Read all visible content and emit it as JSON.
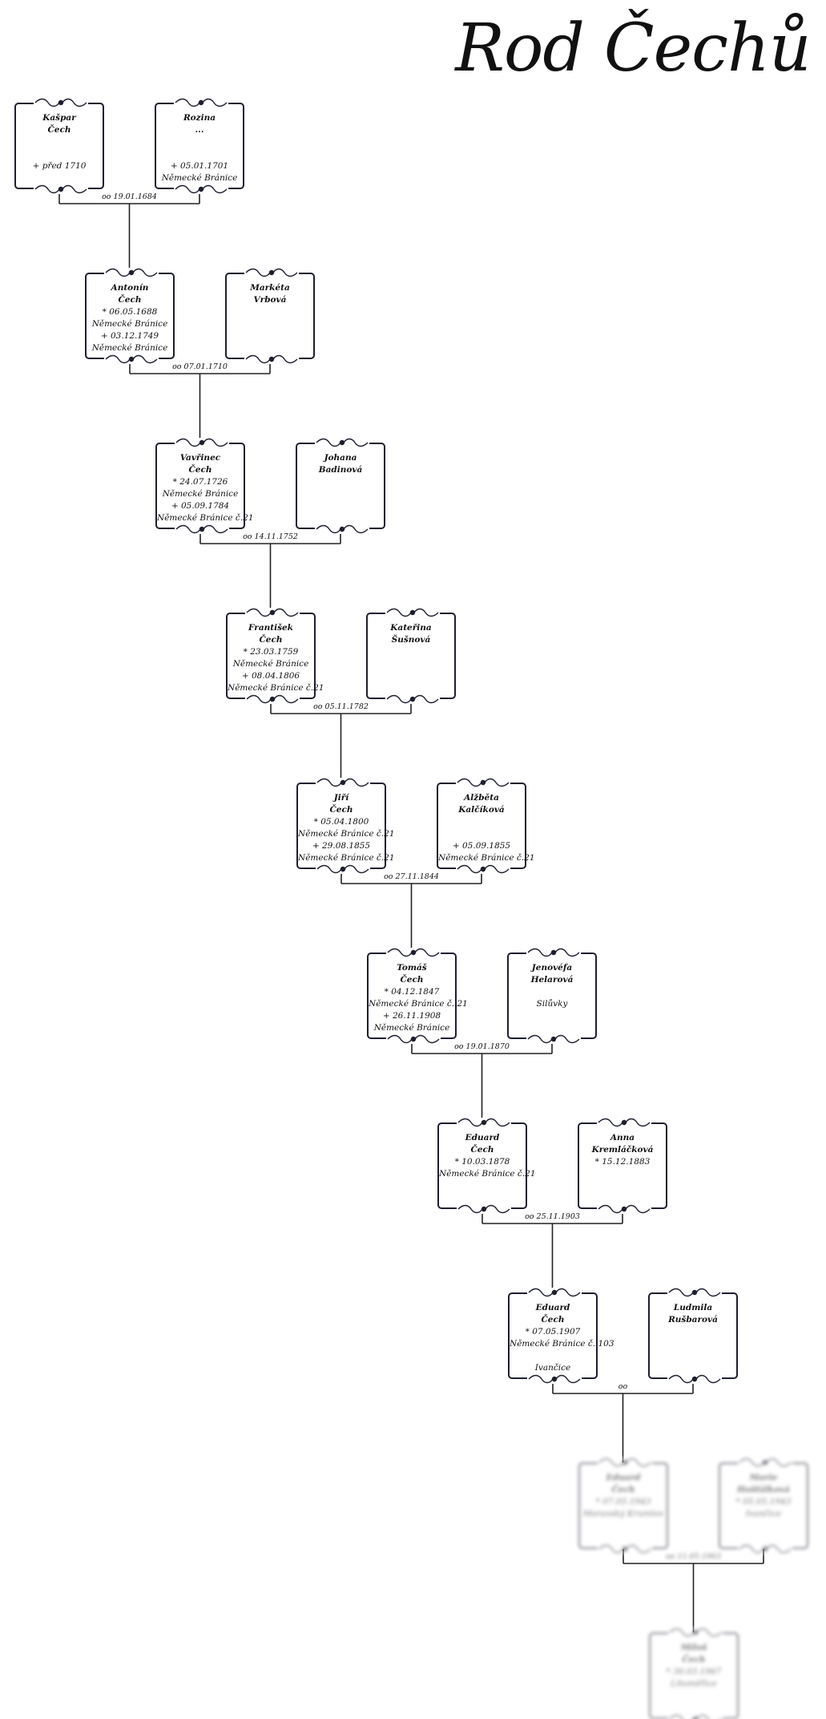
{
  "title": "Rod Čechů",
  "generations": [
    {
      "male": {
        "name": [
          "Kašpar",
          "Čech"
        ],
        "lines": [
          "",
          "",
          "+ před 1710"
        ]
      },
      "female": {
        "name": [
          "Rozina",
          "..."
        ],
        "lines": [
          "",
          "",
          "+ 05.01.1701",
          "Německé Bránice"
        ]
      },
      "marriage": "oo 19.01.1684"
    },
    {
      "male": {
        "name": [
          "Antonín",
          "Čech"
        ],
        "lines": [
          "* 06.05.1688",
          "Německé Bránice",
          "+ 03.12.1749",
          "Německé Bránice"
        ]
      },
      "female": {
        "name": [
          "Markéta",
          "Vrbová"
        ],
        "lines": []
      },
      "marriage": "oo 07.01.1710"
    },
    {
      "male": {
        "name": [
          "Vavřinec",
          "Čech"
        ],
        "lines": [
          "* 24.07.1726",
          "Německé Bránice",
          "+ 05.09.1784",
          "Německé Bránice č.21"
        ]
      },
      "female": {
        "name": [
          "Johana",
          "Badinová"
        ],
        "lines": []
      },
      "marriage": "oo 14.11.1752"
    },
    {
      "male": {
        "name": [
          "František",
          "Čech"
        ],
        "lines": [
          "* 23.03.1759",
          "Německé Bránice",
          "+ 08.04.1806",
          "Německé Bránice č.21"
        ]
      },
      "female": {
        "name": [
          "Kateřina",
          "Šušnová"
        ],
        "lines": []
      },
      "marriage": "oo 05.11.1782"
    },
    {
      "male": {
        "name": [
          "Jiří",
          "Čech"
        ],
        "lines": [
          "* 05.04.1800",
          "Německé Bránice č.21",
          "+ 29.08.1855",
          "Německé Bránice č.21"
        ]
      },
      "female": {
        "name": [
          "Alžběta",
          "Kalčíková"
        ],
        "lines": [
          "",
          "",
          "+ 05.09.1855",
          "Německé Bránice č.21"
        ]
      },
      "marriage": "oo 27.11.1844"
    },
    {
      "male": {
        "name": [
          "Tomáš",
          "Čech"
        ],
        "lines": [
          "* 04.12.1847",
          "Německé Bránice č. 21",
          "+ 26.11.1908",
          "Německé Bránice"
        ]
      },
      "female": {
        "name": [
          "Jenovéfa",
          "Helarová"
        ],
        "lines": [
          "",
          "Silůvky"
        ]
      },
      "marriage": "oo 19.01.1870"
    },
    {
      "male": {
        "name": [
          "Eduard",
          "Čech"
        ],
        "lines": [
          "* 10.03.1878",
          "Německé Bránice č.21"
        ]
      },
      "female": {
        "name": [
          "Anna",
          "Kremláčková"
        ],
        "lines": [
          "* 15.12.1883"
        ]
      },
      "marriage": "oo 25.11.1903"
    },
    {
      "male": {
        "name": [
          "Eduard",
          "Čech"
        ],
        "lines": [
          "* 07.05.1907",
          "Německé Bránice č. 103",
          "",
          "Ivančice"
        ]
      },
      "female": {
        "name": [
          "Ludmila",
          "Rušbarová"
        ],
        "lines": []
      },
      "marriage": "oo"
    },
    {
      "blurred": true,
      "male": {
        "name": [
          "Eduard",
          "Čech"
        ],
        "lines": [
          "* 07.05.1943",
          "Moravský Krumlov"
        ]
      },
      "female": {
        "name": [
          "Marie",
          "Hošťálková"
        ],
        "lines": [
          "* 05.05.1943",
          "Ivančice"
        ]
      },
      "marriage": "oo 11.05.1963"
    }
  ],
  "last": {
    "blurred": true,
    "name": [
      "Miloš",
      "Čech"
    ],
    "lines": [
      "* 30.03.1967",
      "Litoměřice"
    ]
  },
  "colors": {
    "border": "#1d1f2e",
    "line": "#222222"
  }
}
